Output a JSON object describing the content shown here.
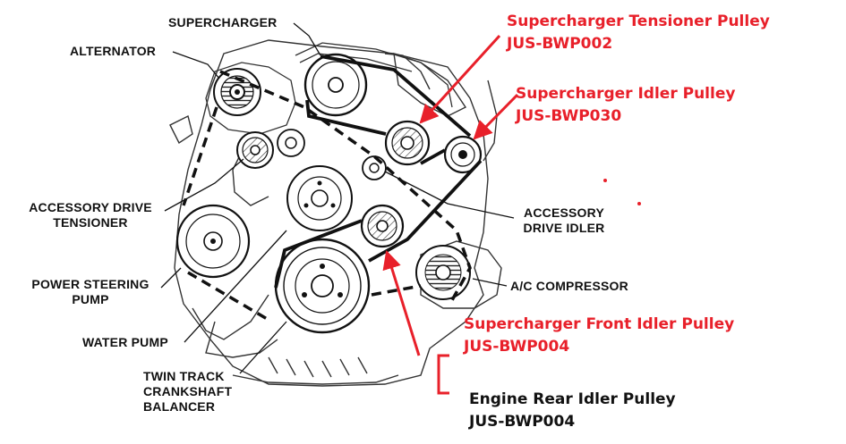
{
  "colors": {
    "callout_red": "#e8202a",
    "callout_black": "#111111",
    "line_art": "#222222",
    "background": "#ffffff"
  },
  "component_labels": {
    "supercharger": "SUPERCHARGER",
    "alternator": "ALTERNATOR",
    "accessory_drive_tensioner": [
      "ACCESSORY DRIVE",
      "TENSIONER"
    ],
    "accessory_drive_idler": [
      "ACCESSORY",
      "DRIVE IDLER"
    ],
    "power_steering_pump": [
      "POWER STEERING",
      "PUMP"
    ],
    "ac_compressor": "A/C COMPRESSOR",
    "water_pump": "WATER PUMP",
    "crankshaft_balancer": [
      "TWIN TRACK",
      "CRANKSHAFT",
      "BALANCER"
    ]
  },
  "callouts": {
    "tensioner_pulley": {
      "name": "Supercharger Tensioner Pulley",
      "part": "JUS-BWP002"
    },
    "idler_pulley": {
      "name": "Supercharger Idler Pulley",
      "part": "JUS-BWP030"
    },
    "front_idler_pulley": {
      "name": "Supercharger Front Idler Pulley",
      "part": "JUS-BWP004"
    },
    "rear_idler_pulley": {
      "name": "Engine Rear Idler Pulley",
      "part": "JUS-BWP004"
    }
  }
}
